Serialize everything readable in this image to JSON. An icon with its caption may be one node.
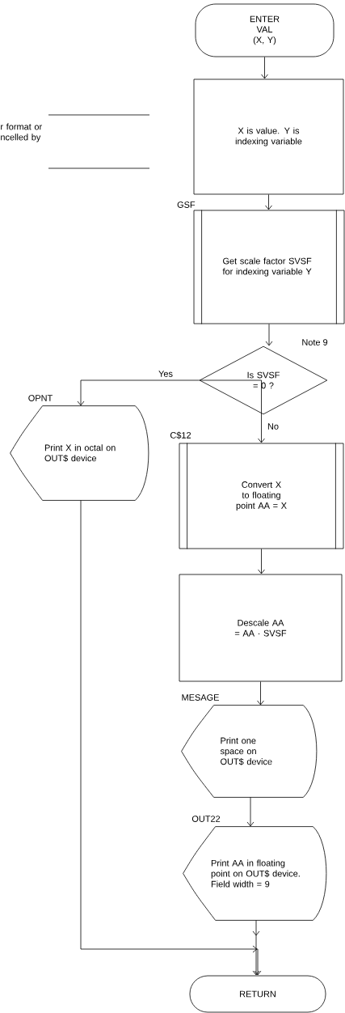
{
  "diagram": {
    "nodes": [
      {
        "text": [
          "ENTER VAL (X, Y)"
        ]
      },
      {
        "text": [
          "X is value. Y is indexing variable"
        ]
      },
      {
        "text": [
          "Get scale factor SVSF for indexing variable Y"
        ],
        "beside": [
          "GSF"
        ]
      },
      {
        "text": [
          "Is SVSF = 0 ?"
        ],
        "beside": [
          "Note 9"
        ]
      },
      {
        "text": [
          "Print X in octal on OUT$ device"
        ],
        "beside": [
          "OPNT"
        ]
      },
      {
        "text": [
          "Convert X to floating point AA = X"
        ],
        "beside": [
          "C$12"
        ]
      },
      {
        "text": [
          "Descale AA = AA · SVSF"
        ]
      },
      {
        "text": [
          "Print one space on OUT$ device"
        ],
        "beside": [
          "MESAGE"
        ]
      },
      {
        "text": [
          "Print AA in floating point on OUT$ device. Field width = 9"
        ],
        "beside": [
          "OUT22"
        ]
      },
      {
        "text": [
          "RETURN"
        ]
      }
    ],
    "edges": [
      {
        "from": 0,
        "to": 1,
        "arrow": "to"
      },
      {
        "from": 1,
        "to": 2,
        "arrow": "to"
      },
      {
        "from": 2,
        "to": 3,
        "arrow": "to"
      },
      {
        "from": 3,
        "to": 4,
        "arrow": "to",
        "label": "Yes"
      },
      {
        "from": 3,
        "to": 5,
        "arrow": "to",
        "label": "No"
      },
      {
        "from": 5,
        "to": 6,
        "arrow": "to"
      },
      {
        "from": 6,
        "to": 7,
        "arrow": "to"
      },
      {
        "from": 7,
        "to": 8,
        "arrow": "to"
      },
      {
        "from": 8,
        "to": 9,
        "arrow": "to"
      },
      {
        "from": 4,
        "to": 9,
        "arrow": "to"
      }
    ],
    "labels": [
      "r format or ncelled by"
    ]
  }
}
